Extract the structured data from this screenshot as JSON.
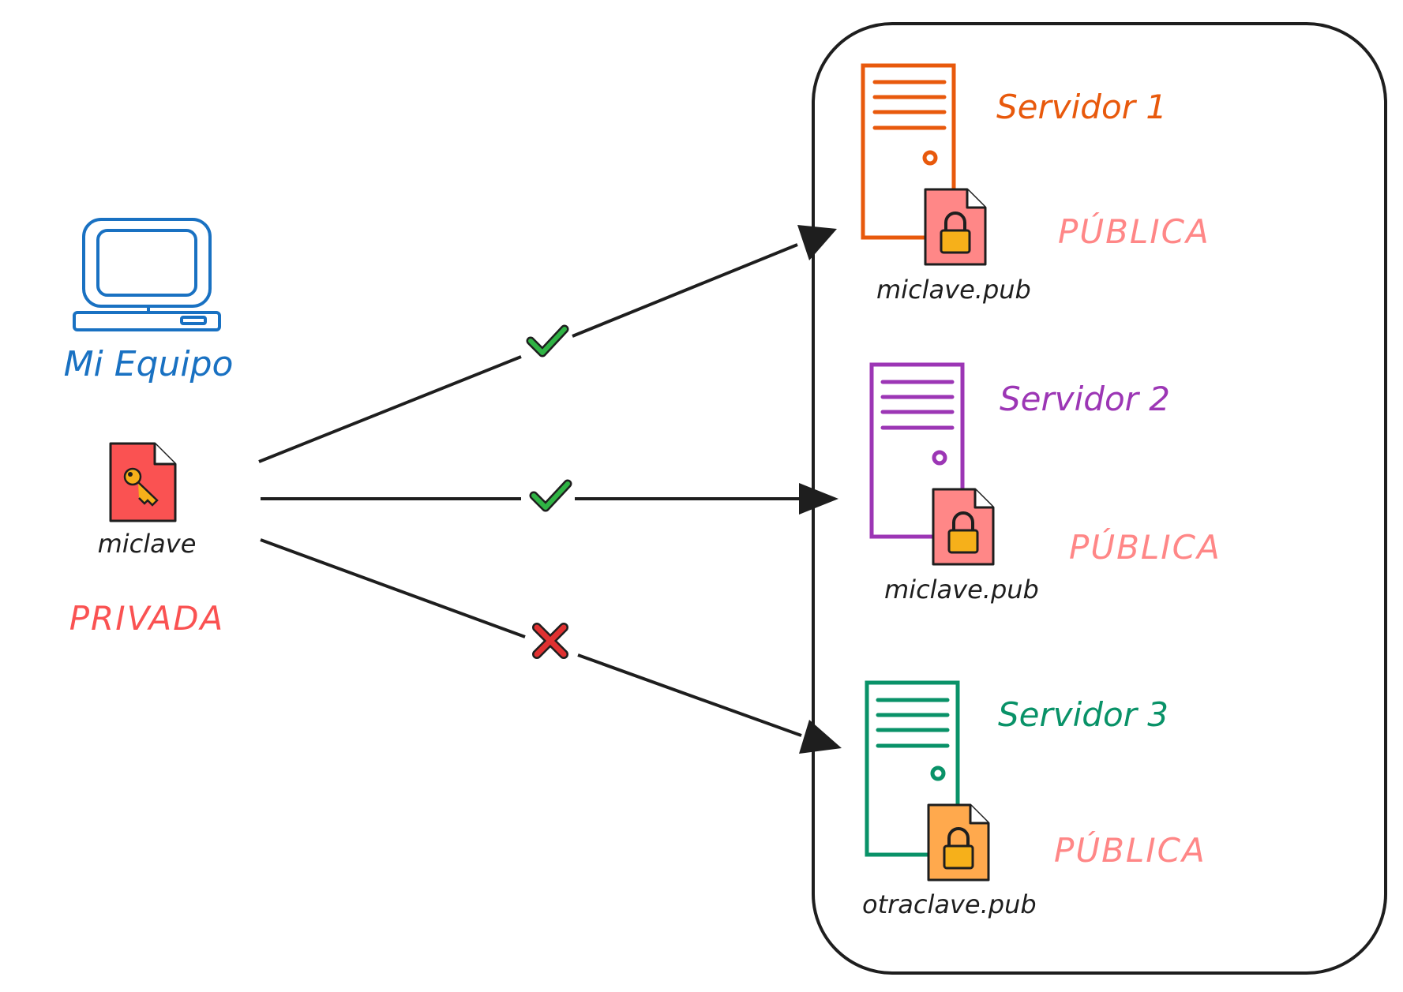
{
  "client": {
    "label": "Mi Equipo",
    "key_file": "miclave",
    "key_type": "PRIVADA"
  },
  "servers": [
    {
      "name": "Servidor 1",
      "file": "miclave.pub",
      "key_type": "PÚBLICA",
      "color": "#e8590c",
      "lock_fill": "#ff8787",
      "result": "ok"
    },
    {
      "name": "Servidor 2",
      "file": "miclave.pub",
      "key_type": "PÚBLICA",
      "color": "#9c36b5",
      "lock_fill": "#ff8787",
      "result": "ok"
    },
    {
      "name": "Servidor 3",
      "file": "otraclave.pub",
      "key_type": "PÚBLICA",
      "color": "#099268",
      "lock_fill": "#ffa94d",
      "result": "fail"
    }
  ],
  "colors": {
    "client": "#1971c2",
    "private": "#fa5252",
    "public": "#ff8787",
    "arrow": "#1e1e1e",
    "check": "#2fb344",
    "cross": "#e03131",
    "key_file": "#fa5252",
    "key_icon": "#f6b01a"
  }
}
